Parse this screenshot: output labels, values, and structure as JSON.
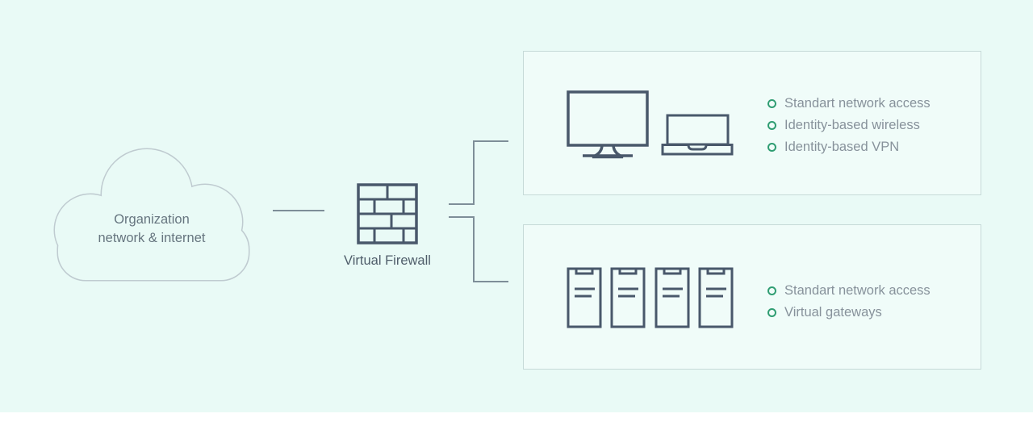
{
  "cloud": {
    "line1": "Organization",
    "line2": "network & internet"
  },
  "firewall": {
    "label": "Virtual Firewall"
  },
  "groups": [
    {
      "id": "endpoint-devices",
      "icons": [
        "monitor-icon",
        "laptop-icon"
      ],
      "bullets": [
        "Standart network access",
        "Identity-based wireless",
        "Identity-based VPN"
      ]
    },
    {
      "id": "virtual-servers",
      "icons": [
        "server-icon",
        "server-icon",
        "server-icon",
        "server-icon"
      ],
      "bullets": [
        "Standart network access",
        "Virtual gateways"
      ]
    }
  ],
  "icons": {
    "cloud": "cloud-icon",
    "firewall": "firewall-brick-wall-icon",
    "monitor": "desktop-monitor-icon",
    "laptop": "laptop-icon",
    "server": "server-tower-icon",
    "bullet": "bullet-ring-icon"
  },
  "colors": {
    "canvas_background": "#e9faf6",
    "footer_strip": "#ffffff",
    "panel_fill": "#f0fcf9",
    "panel_border": "#c6dad8",
    "icon_stroke": "#49586b",
    "connector_line": "#7e8e98",
    "cloud_outline": "#bfcbd0",
    "bullet_ring": "#2f9d72",
    "body_text": "#87929b"
  }
}
